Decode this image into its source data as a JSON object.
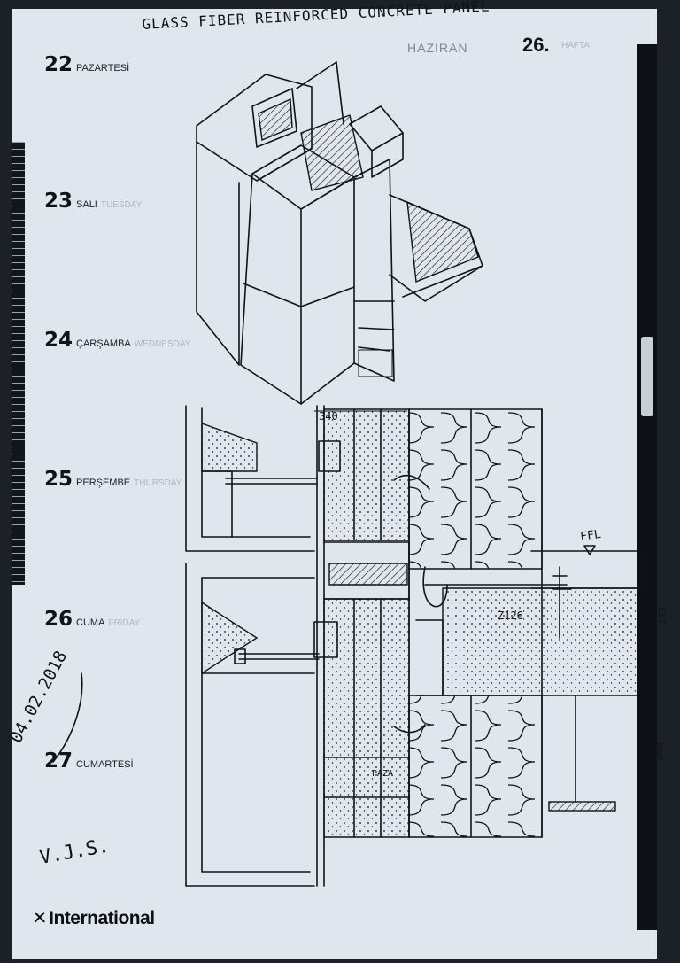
{
  "planner": {
    "month": "HAZIRAN",
    "week_number": "26.",
    "week_label": "HAFTA",
    "days": [
      {
        "num": "22",
        "name": "PAZARTESİ",
        "eng": ""
      },
      {
        "num": "23",
        "name": "SALI",
        "eng": "TUESDAY"
      },
      {
        "num": "24",
        "name": "ÇARŞAMBA",
        "eng": "WEDNESDAY"
      },
      {
        "num": "25",
        "name": "PERŞEMBE",
        "eng": "THURSDAY"
      },
      {
        "num": "26",
        "name": "CUMA",
        "eng": "FRIDAY"
      },
      {
        "num": "27",
        "name": "CUMARTESİ",
        "eng": ""
      }
    ],
    "brand": "International",
    "brand_mark": "✕"
  },
  "sketch": {
    "title": "GLASS FIBER REINFORCED CONCRETE PANEL",
    "date": "04.02.2018",
    "signature": "V.J.S.",
    "labels": {
      "top_dim": "340",
      "floor_level": "FFL",
      "slab_dim": "Z126",
      "side_dim_top": "285",
      "side_dim_bottom": "200",
      "small_note": "PAZA"
    }
  },
  "colors": {
    "paper": "#dfe6ee",
    "ink": "#101418",
    "background": "#1c2128"
  }
}
